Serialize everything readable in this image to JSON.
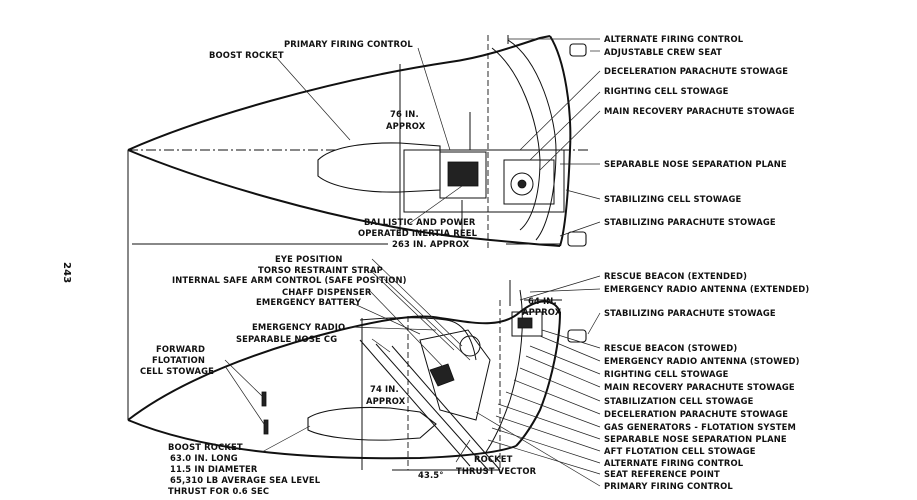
{
  "page_number": "243",
  "top_view": {
    "labels": {
      "boost_rocket": "BOOST ROCKET",
      "primary_firing_control": "PRIMARY FIRING CONTROL",
      "alternate_firing_control": "ALTERNATE FIRING CONTROL",
      "adjustable_crew_seat": "ADJUSTABLE CREW SEAT",
      "deceleration_parachute": "DECELERATION PARACHUTE STOWAGE",
      "righting_cell": "RIGHTING CELL STOWAGE",
      "main_recovery_parachute": "MAIN RECOVERY PARACHUTE STOWAGE",
      "separable_nose_plane": "SEPARABLE NOSE SEPARATION PLANE",
      "stabilizing_cell": "STABILIZING CELL STOWAGE",
      "stabilizing_parachute": "STABILIZING PARACHUTE STOWAGE",
      "ballistic_reel_1": "BALLISTIC AND POWER",
      "ballistic_reel_2": "OPERATED INERTIA REEL",
      "dim_76_1": "76 IN.",
      "dim_76_2": "APPROX",
      "dim_263": "263 IN. APPROX"
    }
  },
  "side_view": {
    "labels": {
      "eye_position": "EYE POSITION",
      "torso_strap": "TORSO RESTRAINT STRAP",
      "internal_safe_arm": "INTERNAL SAFE ARM CONTROL (SAFE POSITION)",
      "chaff_dispenser": "CHAFF DISPENSER",
      "emergency_battery": "EMERGENCY BATTERY",
      "emergency_radio": "EMERGENCY RADIO",
      "separable_nose_cg": "SEPARABLE NOSE CG",
      "forward_1": "FORWARD",
      "forward_2": "FLOTATION",
      "forward_3": "CELL STOWAGE",
      "dim_74_1": "74 IN.",
      "dim_74_2": "APPROX",
      "dim_64_1": "64 IN.",
      "dim_64_2": "APPROX",
      "boost_1": "BOOST ROCKET",
      "boost_2": "63.0 IN. LONG",
      "boost_3": "11.5 IN DIAMETER",
      "boost_4": "65,310 LB AVERAGE SEA LEVEL",
      "boost_5": "THRUST FOR 0.6 SEC",
      "angle": "43.5°",
      "thrust_1": "ROCKET",
      "thrust_2": "THRUST VECTOR",
      "rescue_beacon_ext": "RESCUE BEACON (EXTENDED)",
      "radio_antenna_ext": "EMERGENCY RADIO ANTENNA (EXTENDED)",
      "stab_parachute": "STABILIZING PARACHUTE STOWAGE",
      "rescue_beacon_stowed": "RESCUE BEACON (STOWED)",
      "radio_antenna_stowed": "EMERGENCY RADIO ANTENNA (STOWED)",
      "righting_cell": "RIGHTING CELL STOWAGE",
      "main_recovery": "MAIN RECOVERY PARACHUTE STOWAGE",
      "stabilization_cell": "STABILIZATION CELL STOWAGE",
      "deceleration": "DECELERATION PARACHUTE STOWAGE",
      "gas_generators": "GAS GENERATORS - FLOTATION SYSTEM",
      "separable_nose_plane": "SEPARABLE NOSE SEPARATION PLANE",
      "aft_flotation": "AFT FLOTATION CELL STOWAGE",
      "alternate_firing": "ALTERNATE FIRING CONTROL",
      "seat_reference": "SEAT REFERENCE POINT",
      "primary_firing": "PRIMARY FIRING CONTROL"
    }
  }
}
